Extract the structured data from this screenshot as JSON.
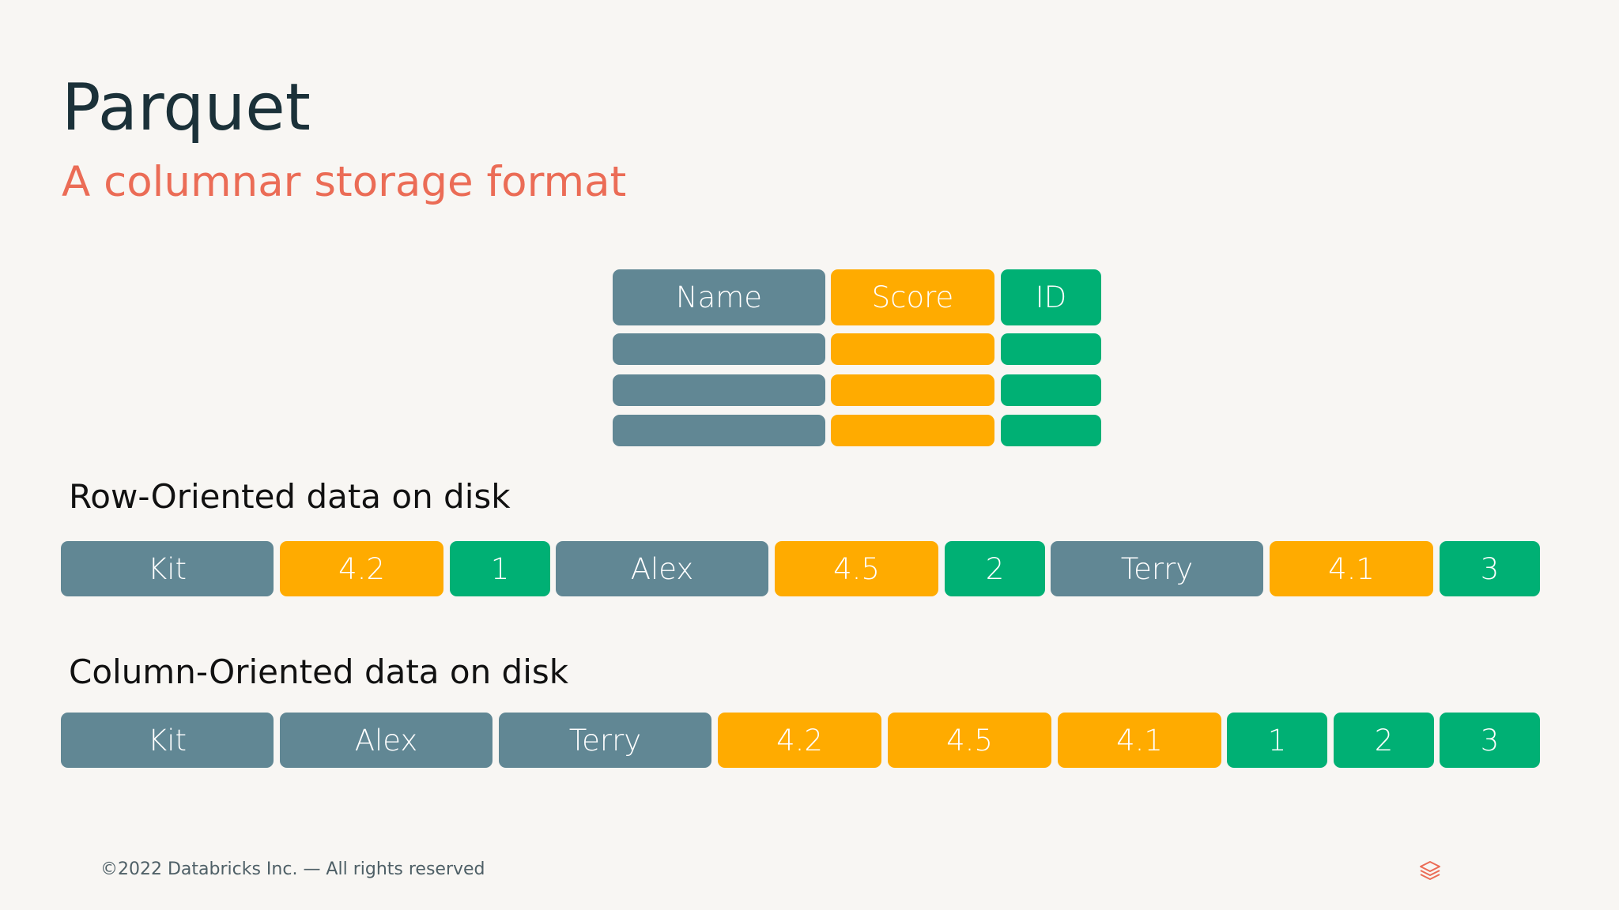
{
  "slide": {
    "title": "Parquet",
    "subtitle": "A columnar storage format",
    "footer": "©2022 Databricks Inc. — All rights reserved",
    "logo_icon": "databricks-logo-icon"
  },
  "colors": {
    "name_column": "#618794",
    "score_column": "#ffab00",
    "id_column": "#00b074",
    "title": "#1b3139",
    "subtitle": "#eb6c56",
    "background": "#f8f6f3"
  },
  "table_header": {
    "name": "Name",
    "score": "Score",
    "id": "ID"
  },
  "table_empty_rows": 3,
  "row_oriented": {
    "label": "Row-Oriented data on disk",
    "cells": [
      {
        "text": "Kit",
        "kind": "name"
      },
      {
        "text": "4.2",
        "kind": "score"
      },
      {
        "text": "1",
        "kind": "id"
      },
      {
        "text": "Alex",
        "kind": "name"
      },
      {
        "text": "4.5",
        "kind": "score"
      },
      {
        "text": "2",
        "kind": "id"
      },
      {
        "text": "Terry",
        "kind": "name"
      },
      {
        "text": "4.1",
        "kind": "score"
      },
      {
        "text": "3",
        "kind": "id"
      }
    ]
  },
  "column_oriented": {
    "label": "Column-Oriented data on disk",
    "cells": [
      {
        "text": "Kit",
        "kind": "name"
      },
      {
        "text": "Alex",
        "kind": "name"
      },
      {
        "text": "Terry",
        "kind": "name"
      },
      {
        "text": "4.2",
        "kind": "score"
      },
      {
        "text": "4.5",
        "kind": "score"
      },
      {
        "text": "4.1",
        "kind": "score"
      },
      {
        "text": "1",
        "kind": "id"
      },
      {
        "text": "2",
        "kind": "id"
      },
      {
        "text": "3",
        "kind": "id"
      }
    ]
  }
}
